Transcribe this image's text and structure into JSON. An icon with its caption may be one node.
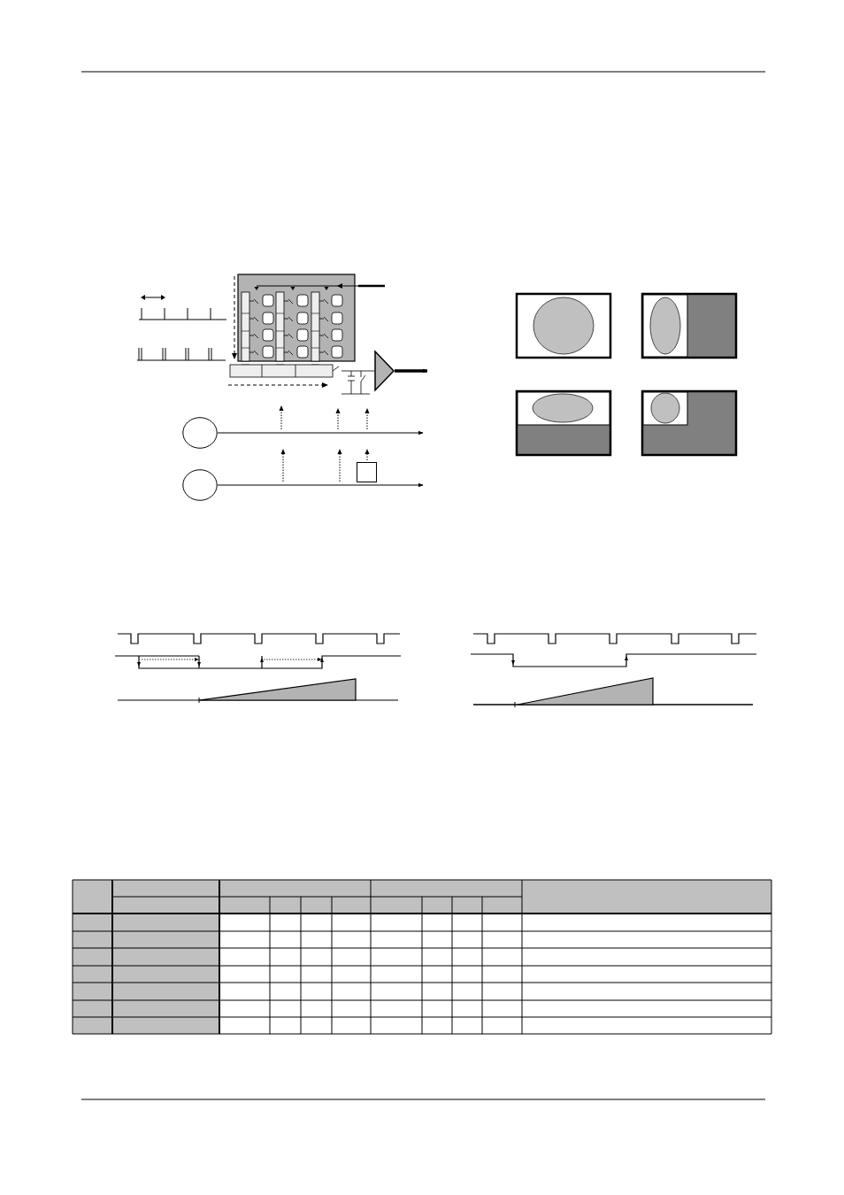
{
  "diagram": {
    "nodes": [
      {
        "text": [],
        "shape": "circle"
      },
      {
        "text": [],
        "shape": "circle"
      },
      {
        "text": [],
        "shape": "box"
      },
      {
        "text": [],
        "shape": "triangle"
      }
    ],
    "edges": [
      {
        "from": 0,
        "to": null,
        "arrow": "to"
      },
      {
        "from": 1,
        "to": null,
        "arrow": "to"
      },
      {
        "from": 3,
        "to": null,
        "arrow": "to",
        "style": "thick"
      }
    ]
  }
}
